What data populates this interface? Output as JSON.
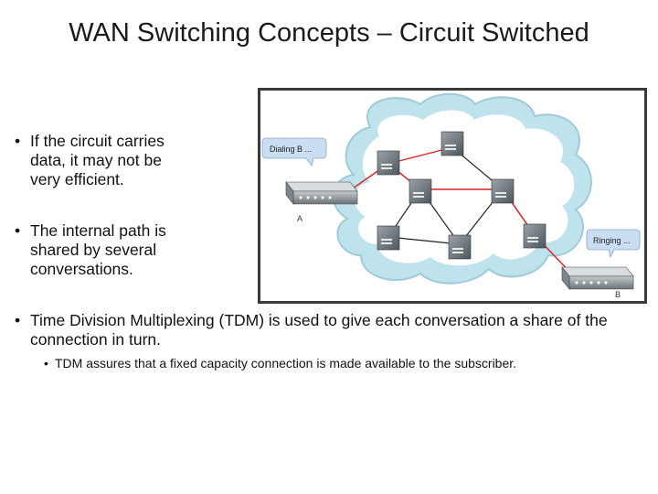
{
  "slide": {
    "title": "WAN Switching Concepts – Circuit Switched",
    "bullets": [
      "If the circuit carries data, it may not be very efficient.",
      "The internal path is shared by several conversations.",
      "Time Division Multiplexing (TDM) is used to give each conversation a share of the connection in turn."
    ],
    "sub_bullets": [
      "TDM assures that a fixed capacity connection is made available to the subscriber."
    ],
    "bullet_glyph": "•"
  },
  "diagram": {
    "callout_a": "Dialing B ...",
    "callout_b": "Ringing ...",
    "label_a": "A",
    "label_b": "B",
    "colors": {
      "cloud": "#bfe3ec",
      "active_link": "#e02020",
      "idle_link": "#222222",
      "callout": "#c9ddf3"
    }
  }
}
